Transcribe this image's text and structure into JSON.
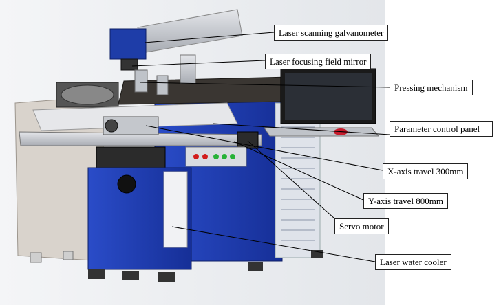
{
  "labels": {
    "galvanometer": "Laser scanning galvanometer",
    "focusing_mirror": "Laser focusing field mirror",
    "pressing": "Pressing mechanism",
    "control_panel": "Parameter control panel",
    "x_axis": "X-axis travel 300mm",
    "y_axis": "Y-axis travel 800mm",
    "servo": "Servo motor",
    "water_cooler": "Laser water cooler"
  },
  "colors": {
    "cabinet_blue": "#1f3fb5",
    "steel": "#c9ccd2",
    "side_panel": "#d7d2cc",
    "monitor": "#1a1a1a",
    "leader_line": "#000000"
  }
}
